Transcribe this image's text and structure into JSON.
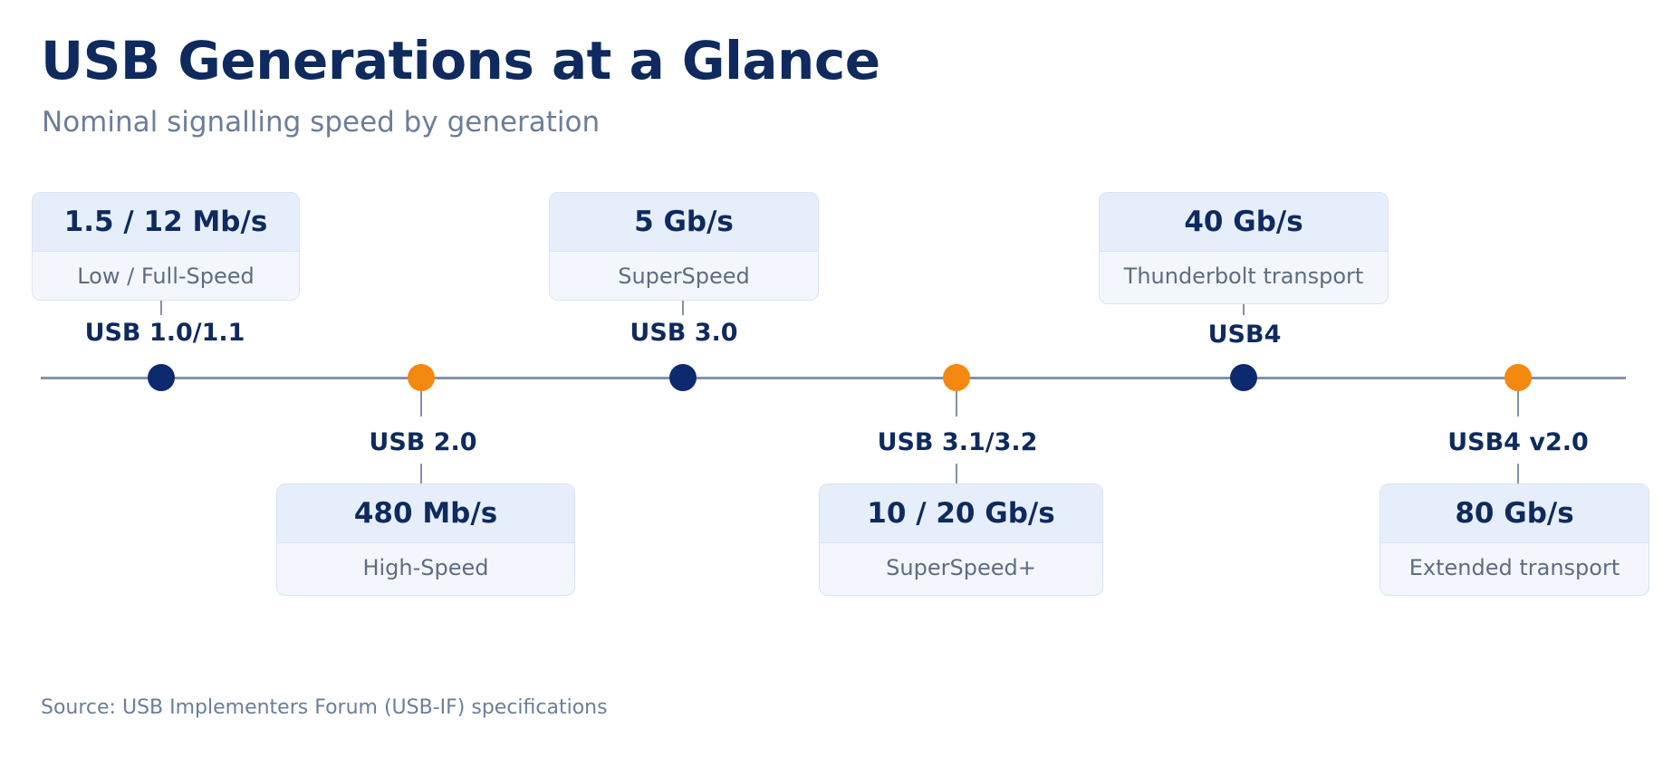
{
  "title": "USB Generations at a Glance",
  "subtitle": "Nominal signalling speed by generation",
  "source": "Source: USB Implementers Forum (USB-IF) specifications",
  "colors": {
    "title": "#0e2a5e",
    "axis": "#8292a8",
    "marker_navy": "#0e2a6e",
    "marker_orange": "#f5880f",
    "card_header": "#e6eefb",
    "card_body": "#f3f7fd"
  },
  "generations": [
    {
      "name": "USB 1.0/1.1",
      "speed": "1.5 / 12 Mb/s",
      "mode": "Low / Full-Speed",
      "side": "above",
      "marker": "navy"
    },
    {
      "name": "USB 2.0",
      "speed": "480 Mb/s",
      "mode": "High-Speed",
      "side": "below",
      "marker": "orange"
    },
    {
      "name": "USB 3.0",
      "speed": "5 Gb/s",
      "mode": "SuperSpeed",
      "side": "above",
      "marker": "navy"
    },
    {
      "name": "USB 3.1/3.2",
      "speed": "10 / 20 Gb/s",
      "mode": "SuperSpeed+",
      "side": "below",
      "marker": "orange"
    },
    {
      "name": "USB4",
      "speed": "40 Gb/s",
      "mode": "Thunderbolt transport",
      "side": "above",
      "marker": "navy"
    },
    {
      "name": "USB4 v2.0",
      "speed": "80 Gb/s",
      "mode": "Extended transport",
      "side": "below",
      "marker": "orange"
    }
  ]
}
